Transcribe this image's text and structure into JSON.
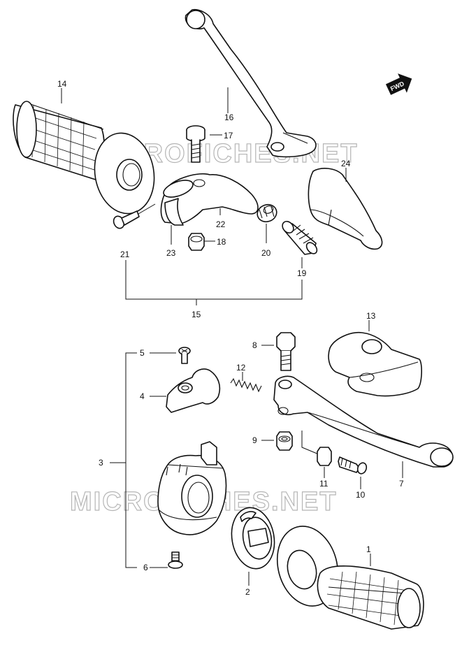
{
  "watermark": "MICROFICHES.NET",
  "direction_arrow": {
    "text": "FWD"
  },
  "callouts": {
    "c1": "1",
    "c2": "2",
    "c3": "3",
    "c4": "4",
    "c5": "5",
    "c6": "6",
    "c7": "7",
    "c8": "8",
    "c9": "9",
    "c10": "10",
    "c11": "11",
    "c12": "12",
    "c13": "13",
    "c14": "14",
    "c15": "15",
    "c16": "16",
    "c17": "17",
    "c18": "18",
    "c19": "19",
    "c20": "20",
    "c21": "21",
    "c22": "22",
    "c23": "23",
    "c24": "24"
  }
}
